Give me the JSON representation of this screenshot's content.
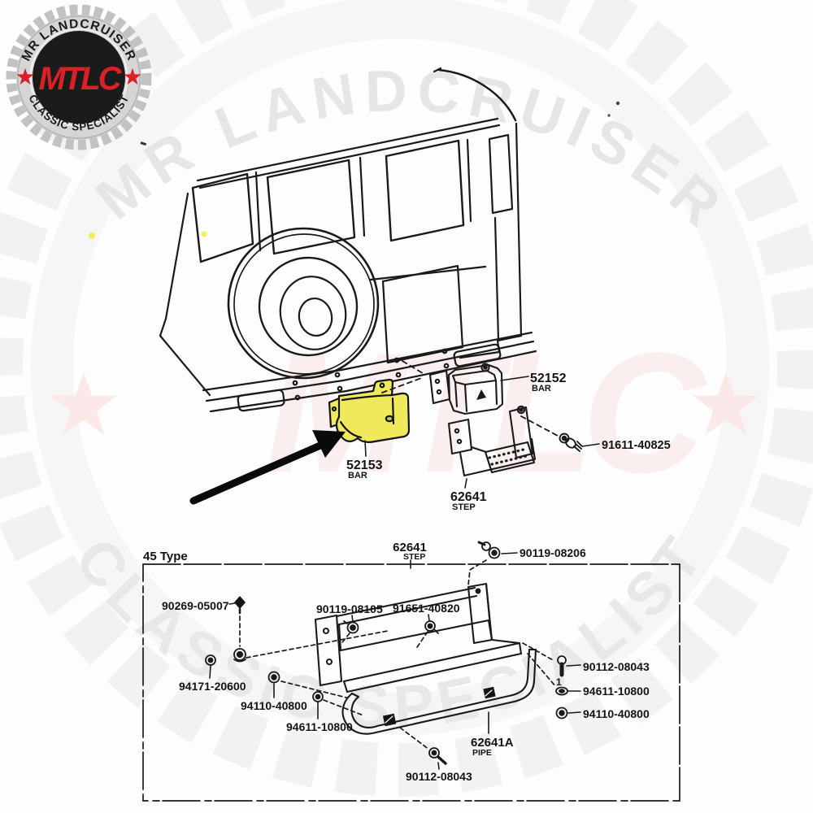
{
  "page": {
    "background_color": "#fdfdfd",
    "ink_color": "#1a1a1a"
  },
  "logo": {
    "arc_top": "MR LANDCRUISER",
    "arc_bottom": "CLASSIC SPECIALIST",
    "monogram": "MTLC",
    "colors": {
      "red": "#da2128",
      "gear_gray": "#c4c4c4",
      "ring_silver": "#d5d5d5",
      "disc_black": "#1b1b1b"
    }
  },
  "watermark": {
    "arc_top": "MR LANDCRUISER",
    "arc_bottom": "CLASSIC SPECIALIST",
    "monogram": "MTLC",
    "text_color": "#e7e7e7",
    "star_color": "#fbe9e9",
    "monogram_color": "#d7353a"
  },
  "upper_diagram": {
    "highlight_color": "#f1e95c",
    "parts": [
      {
        "number": "52152",
        "label": "BAR",
        "highlighted": false
      },
      {
        "number": "52153",
        "label": "BAR",
        "highlighted": true
      },
      {
        "number": "62641",
        "label": "STEP",
        "highlighted": false
      },
      {
        "number": "91611-40825",
        "label": "",
        "highlighted": false
      }
    ]
  },
  "lower_diagram": {
    "section_label": "45 Type",
    "step_part": {
      "number": "62641",
      "label": "STEP"
    },
    "pipe_part": {
      "number": "62641A",
      "label": "PIPE"
    },
    "fasteners": {
      "top": "90119-08206",
      "left": [
        "90269-05007",
        "90119-08105",
        "91651-40820",
        "94171-20600",
        "94110-40800",
        "94611-10800"
      ],
      "right": [
        "90112-08043",
        "94611-10800",
        "94110-40800"
      ],
      "bottom": "90112-08043"
    },
    "quantity_marker": "1"
  }
}
